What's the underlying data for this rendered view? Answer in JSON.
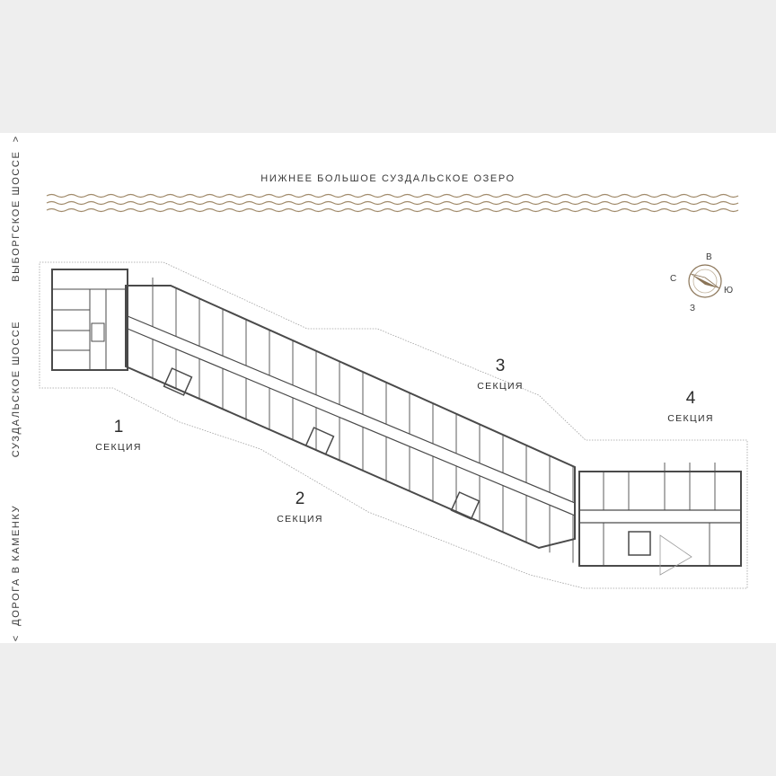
{
  "nav": {
    "top_road": "ВЫБОРГСКОЕ ШОССЕ",
    "top_chevron": ">",
    "middle_road": "СУЗДАЛЬСКОЕ ШОССЕ",
    "bottom_road": "ДОРОГА В КАМЕНКУ",
    "bottom_chevron": "<"
  },
  "lake": {
    "title": "НИЖНЕЕ БОЛЬШОЕ СУЗДАЛЬСКОЕ ОЗЕРО"
  },
  "compass": {
    "north": "В",
    "west": "С",
    "east": "Ю",
    "south": "З"
  },
  "sections": [
    {
      "number": "1",
      "label": "СЕКЦИЯ"
    },
    {
      "number": "2",
      "label": "СЕКЦИЯ"
    },
    {
      "number": "3",
      "label": "СЕКЦИЯ"
    },
    {
      "number": "4",
      "label": "СЕКЦИЯ"
    }
  ],
  "colors": {
    "wave": "#a08a6a",
    "compass_accent": "#8a7457",
    "wall": "#4a4a4a",
    "outline": "#9a9a9a"
  }
}
